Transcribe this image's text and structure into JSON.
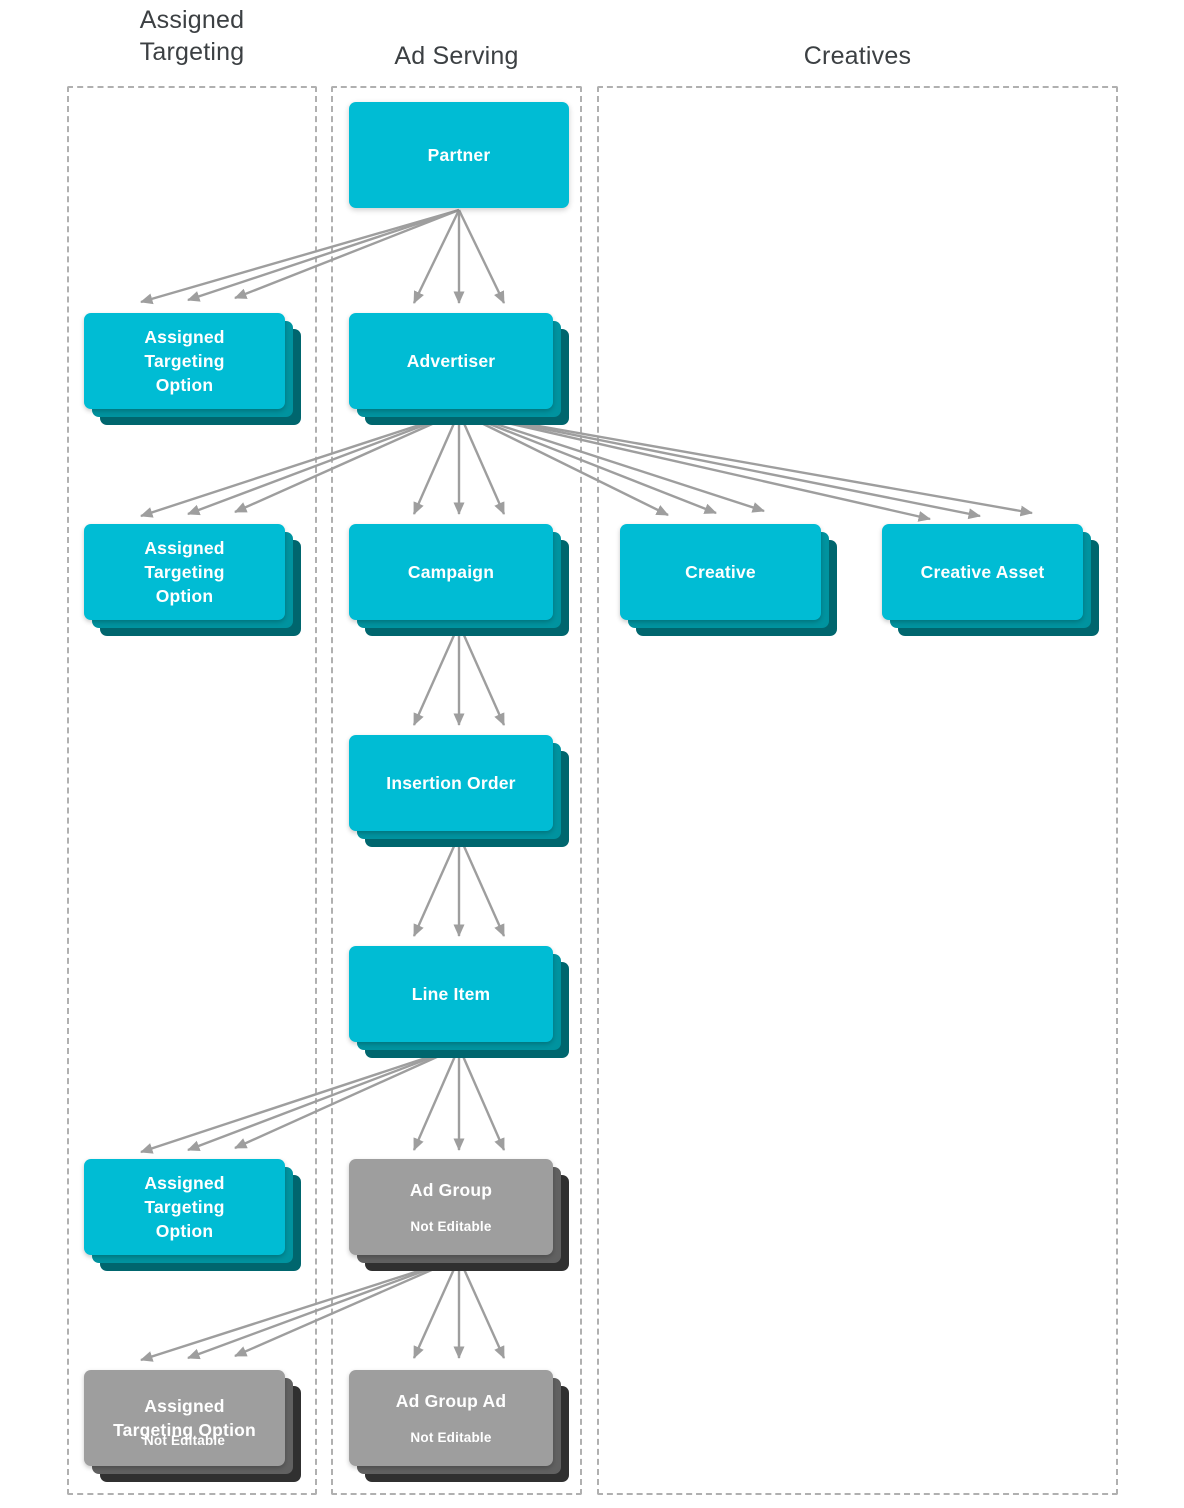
{
  "diagram": {
    "title_colors": {
      "column_label": "#3c4043",
      "node_cyan": "#00bcd4",
      "node_cyan_mid": "#00939f",
      "node_cyan_dark": "#00666e",
      "node_gray": "#9e9e9e",
      "node_gray_mid": "#616161",
      "node_gray_dark": "#303030",
      "arrow": "#9e9e9e",
      "column_border": "#b0b0b0",
      "node_text": "#ffffff"
    },
    "columns": [
      {
        "id": "assigned-targeting",
        "label": "Assigned\nTargeting",
        "label_line1": "Assigned",
        "label_line2": "Targeting"
      },
      {
        "id": "ad-serving",
        "label": "Ad Serving"
      },
      {
        "id": "creatives",
        "label": "Creatives"
      }
    ],
    "nodes": [
      {
        "id": "partner",
        "column": "ad-serving",
        "title": "Partner",
        "subtitle": "",
        "style": "cyan",
        "stacked": false
      },
      {
        "id": "advertiser",
        "column": "ad-serving",
        "title": "Advertiser",
        "subtitle": "",
        "style": "cyan",
        "stacked": true
      },
      {
        "id": "campaign",
        "column": "ad-serving",
        "title": "Campaign",
        "subtitle": "",
        "style": "cyan",
        "stacked": true
      },
      {
        "id": "insertion-order",
        "column": "ad-serving",
        "title": "Insertion Order",
        "subtitle": "",
        "style": "cyan",
        "stacked": true
      },
      {
        "id": "line-item",
        "column": "ad-serving",
        "title": "Line Item",
        "subtitle": "",
        "style": "cyan",
        "stacked": true
      },
      {
        "id": "ad-group",
        "column": "ad-serving",
        "title": "Ad Group",
        "subtitle": "Not Editable",
        "style": "gray",
        "stacked": true
      },
      {
        "id": "ad-group-ad",
        "column": "ad-serving",
        "title": "Ad Group Ad",
        "subtitle": "Not Editable",
        "style": "gray",
        "stacked": true
      },
      {
        "id": "ato-partner",
        "column": "assigned-targeting",
        "title": "Assigned Targeting Option",
        "subtitle": "",
        "style": "cyan",
        "stacked": true
      },
      {
        "id": "ato-advertiser",
        "column": "assigned-targeting",
        "title": "Assigned Targeting Option",
        "subtitle": "",
        "style": "cyan",
        "stacked": true
      },
      {
        "id": "ato-line-item",
        "column": "assigned-targeting",
        "title": "Assigned Targeting Option",
        "subtitle": "",
        "style": "cyan",
        "stacked": true
      },
      {
        "id": "ato-ad-group",
        "column": "assigned-targeting",
        "title": "Assigned Targeting Option",
        "subtitle": "Not Editable",
        "style": "gray",
        "stacked": true
      },
      {
        "id": "creative",
        "column": "creatives",
        "title": "Creative",
        "subtitle": "",
        "style": "cyan",
        "stacked": true
      },
      {
        "id": "creative-asset",
        "column": "creatives",
        "title": "Creative Asset",
        "subtitle": "",
        "style": "cyan",
        "stacked": true
      }
    ],
    "edges": [
      {
        "from": "partner",
        "to": "ato-partner",
        "multiplicity": 3
      },
      {
        "from": "partner",
        "to": "advertiser",
        "multiplicity": 3
      },
      {
        "from": "advertiser",
        "to": "ato-advertiser",
        "multiplicity": 3
      },
      {
        "from": "advertiser",
        "to": "campaign",
        "multiplicity": 3
      },
      {
        "from": "advertiser",
        "to": "creative",
        "multiplicity": 3
      },
      {
        "from": "advertiser",
        "to": "creative-asset",
        "multiplicity": 3
      },
      {
        "from": "campaign",
        "to": "insertion-order",
        "multiplicity": 3
      },
      {
        "from": "insertion-order",
        "to": "line-item",
        "multiplicity": 3
      },
      {
        "from": "line-item",
        "to": "ato-line-item",
        "multiplicity": 3
      },
      {
        "from": "line-item",
        "to": "ad-group",
        "multiplicity": 3
      },
      {
        "from": "ad-group",
        "to": "ato-ad-group",
        "multiplicity": 3
      },
      {
        "from": "ad-group",
        "to": "ad-group-ad",
        "multiplicity": 3
      }
    ]
  },
  "labels": {
    "col1_line1": "Assigned",
    "col1_line2": "Targeting",
    "col2": "Ad Serving",
    "col3": "Creatives",
    "partner": "Partner",
    "advertiser": "Advertiser",
    "campaign": "Campaign",
    "insertion_order": "Insertion Order",
    "line_item": "Line Item",
    "ad_group": "Ad Group",
    "ad_group_ad": "Ad Group Ad",
    "creative": "Creative",
    "creative_asset": "Creative Asset",
    "ato_multiline_l1": "Assigned",
    "ato_multiline_l2": "Targeting",
    "ato_multiline_l3": "Option",
    "ato_two_l1": "Assigned",
    "ato_two_l2": "Targeting Option",
    "not_editable": "Not Editable"
  }
}
